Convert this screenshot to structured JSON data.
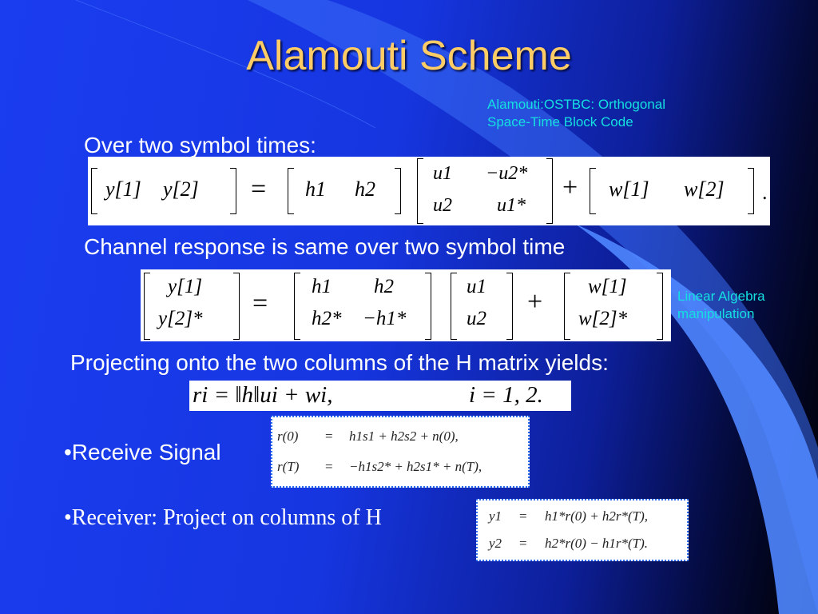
{
  "slide": {
    "title": "Alamouti Scheme",
    "note_ostbc_line1": "Alamouti:OSTBC: Orthogonal",
    "note_ostbc_line2": "Space-Time Block Code",
    "over_two_symbol_times": "Over two symbol times:",
    "channel_response": "Channel response is same over two symbol time",
    "note_linear_line1": "Linear Algebra",
    "note_linear_line2": "manipulation",
    "projecting": "Projecting onto the two columns of the H matrix yields:",
    "receive_signal": "•Receive Signal",
    "receiver_project": "•Receiver: Project on columns of H"
  },
  "equations": {
    "eq1": {
      "y_row": [
        "y[1]",
        "y[2]"
      ],
      "equals": "=",
      "h_row": [
        "h1",
        "h2"
      ],
      "u_matrix": [
        [
          "u1",
          "−u2*"
        ],
        [
          "u2",
          "u1*"
        ]
      ],
      "plus": "+",
      "w_row": [
        "w[1]",
        "w[2]"
      ],
      "end": "."
    },
    "eq2": {
      "y_col": [
        "y[1]",
        "y[2]*"
      ],
      "equals": "=",
      "h_matrix": [
        [
          "h1",
          "h2"
        ],
        [
          "h2*",
          "−h1*"
        ]
      ],
      "u_col": [
        "u1",
        "u2"
      ],
      "plus": "+",
      "w_col": [
        "w[1]",
        "w[2]*"
      ]
    },
    "eq3": {
      "lhs": "ri = ‖h‖ui + wi,",
      "rhs": "i = 1, 2."
    },
    "receive": [
      {
        "lhs": "r(0)",
        "eq": "=",
        "rhs": "h1s1 + h2s2 + n(0),"
      },
      {
        "lhs": "r(T)",
        "eq": "=",
        "rhs": "−h1s2* + h2s1* + n(T),"
      }
    ],
    "project": [
      {
        "lhs": "y1",
        "eq": "=",
        "rhs": "h1*r(0) + h2r*(T),"
      },
      {
        "lhs": "y2",
        "eq": "=",
        "rhs": "h2*r(0) − h1r*(T)."
      }
    ]
  }
}
